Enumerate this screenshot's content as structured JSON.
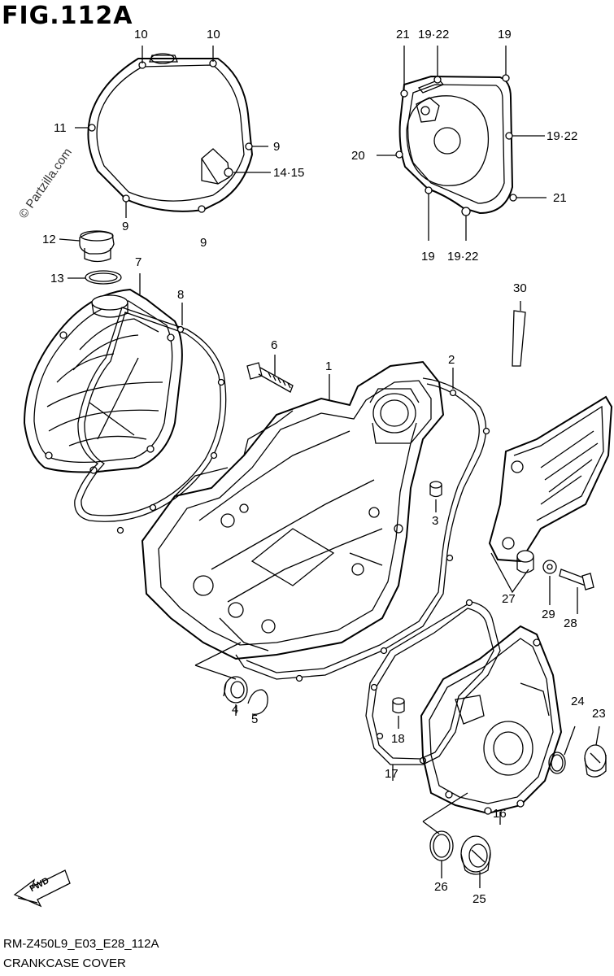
{
  "figure": {
    "title": "FIG.112A",
    "watermark": "© Partzilla.com",
    "footer_code": "RM-Z450L9_E03_E28_112A",
    "footer_name": "CRANKCASE COVER",
    "fwd_label": "FWD"
  },
  "callouts": [
    {
      "id": "c10a",
      "text": "10"
    },
    {
      "id": "c10b",
      "text": "10"
    },
    {
      "id": "c11",
      "text": "11"
    },
    {
      "id": "c9a",
      "text": "9"
    },
    {
      "id": "c1415",
      "text": "14·15"
    },
    {
      "id": "c9b",
      "text": "9"
    },
    {
      "id": "c9c",
      "text": "9"
    },
    {
      "id": "c12",
      "text": "12"
    },
    {
      "id": "c13",
      "text": "13"
    },
    {
      "id": "c7",
      "text": "7"
    },
    {
      "id": "c8",
      "text": "8"
    },
    {
      "id": "c21a",
      "text": "21"
    },
    {
      "id": "c1922a",
      "text": "19·22"
    },
    {
      "id": "c19a",
      "text": "19"
    },
    {
      "id": "c1922b",
      "text": "19·22"
    },
    {
      "id": "c20",
      "text": "20"
    },
    {
      "id": "c21b",
      "text": "21"
    },
    {
      "id": "c19b",
      "text": "19"
    },
    {
      "id": "c1922c",
      "text": "19·22"
    },
    {
      "id": "c30",
      "text": "30"
    },
    {
      "id": "c6",
      "text": "6"
    },
    {
      "id": "c1",
      "text": "1"
    },
    {
      "id": "c2",
      "text": "2"
    },
    {
      "id": "c3",
      "text": "3"
    },
    {
      "id": "c27",
      "text": "27"
    },
    {
      "id": "c29",
      "text": "29"
    },
    {
      "id": "c28",
      "text": "28"
    },
    {
      "id": "c4",
      "text": "4"
    },
    {
      "id": "c5",
      "text": "5"
    },
    {
      "id": "c24",
      "text": "24"
    },
    {
      "id": "c23",
      "text": "23"
    },
    {
      "id": "c18",
      "text": "18"
    },
    {
      "id": "c17",
      "text": "17"
    },
    {
      "id": "c16",
      "text": "16"
    },
    {
      "id": "c26",
      "text": "26"
    },
    {
      "id": "c25",
      "text": "25"
    }
  ]
}
